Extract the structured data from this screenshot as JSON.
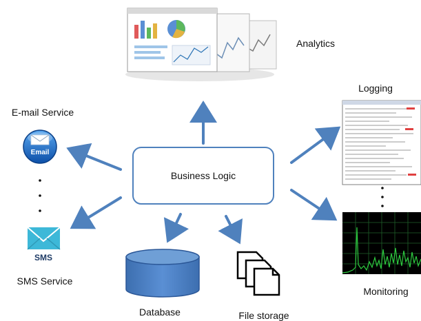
{
  "diagram": {
    "center": {
      "label": "Business Logic"
    },
    "nodes": {
      "analytics": {
        "label": "Analytics"
      },
      "logging": {
        "label": "Logging"
      },
      "monitoring": {
        "label": "Monitoring"
      },
      "email": {
        "label": "E-mail Service",
        "icon_text": "Email"
      },
      "sms": {
        "label": "SMS Service",
        "icon_text": "SMS"
      },
      "database": {
        "label": "Database"
      },
      "file_storage": {
        "label": "File storage"
      }
    },
    "colors": {
      "arrow": "#4f81bd",
      "box_border": "#4f81bd",
      "database_fill": "#4f81bd",
      "database_top": "#6f9fd6",
      "monitor_line": "#2ecc40",
      "email_icon": "#1f6fd0",
      "sms_icon": "#2eb8d8"
    },
    "ellipsis": "..."
  }
}
